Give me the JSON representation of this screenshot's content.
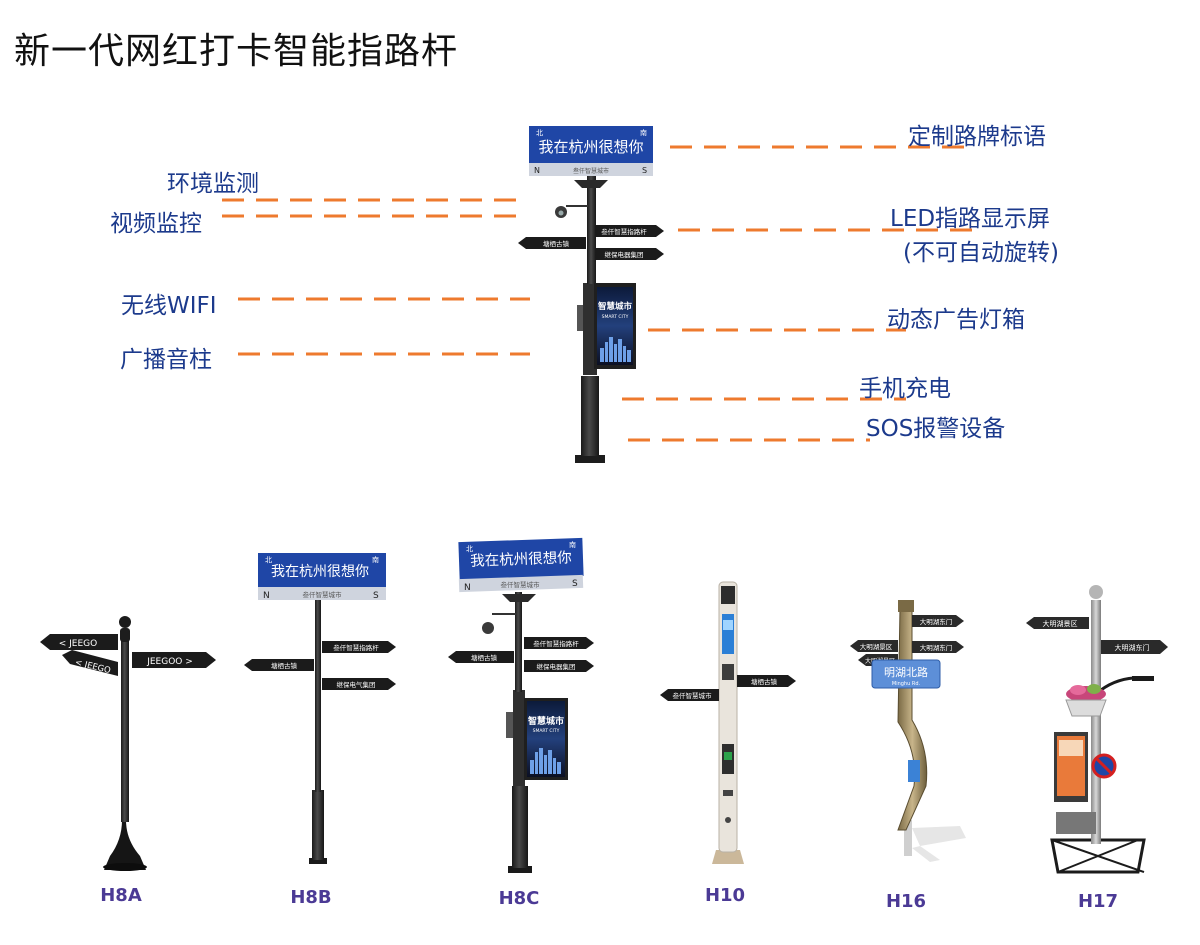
{
  "title": "新一代网红打卡智能指路杆",
  "features_left": [
    "环境监测",
    "视频监控",
    "无线WIFI",
    "广播音柱"
  ],
  "features_right": [
    "定制路牌标语",
    "LED指路显示屏",
    "(不可自动旋转)",
    "动态广告灯箱",
    "手机充电",
    "SOS报警设备"
  ],
  "main_pole": {
    "sign_text": "我在杭州很想你",
    "north_mark": "北",
    "south_mark": "南",
    "n_letter": "N",
    "s_letter": "S",
    "strip_text": "叁仟智慧城市",
    "arrow_1": "叁仟智慧指路杆",
    "arrow_2": "塘栖古镇",
    "arrow_3": "继保电器集团",
    "ad_title": "智慧城市",
    "ad_subtitle": "SMART CITY"
  },
  "models": [
    {
      "code": "H8A",
      "arrows": [
        "< JEEGO",
        "< JEEGO",
        "JEEGOO >"
      ]
    },
    {
      "code": "H8B",
      "sign_text": "我在杭州很想你",
      "north_mark": "北",
      "south_mark": "南",
      "n_letter": "N",
      "s_letter": "S",
      "strip_text": "叁仟智慧城市",
      "arrows": [
        "叁仟智慧指路杆",
        "塘栖古镇",
        "继保电气集团"
      ]
    },
    {
      "code": "H8C",
      "sign_text": "我在杭州很想你",
      "north_mark": "北",
      "south_mark": "南",
      "n_letter": "N",
      "s_letter": "S",
      "strip_text": "叁仟智慧城市",
      "arrows": [
        "叁仟智慧指路杆",
        "塘栖古镇",
        "继保电器集团"
      ],
      "ad_title": "智慧城市",
      "ad_subtitle": "SMART CITY"
    },
    {
      "code": "H10",
      "arrows": [
        "叁仟智慧城市",
        "塘栖古镇"
      ]
    },
    {
      "code": "H16",
      "arrows": [
        "大明湖东门",
        "大明湖景区",
        "大明湖东门",
        "大明湖景区"
      ],
      "plate": "明湖北路",
      "plate_sub": "Minghu Rd."
    },
    {
      "code": "H17",
      "arrows": [
        "大明湖景区",
        "大明湖东门"
      ]
    }
  ],
  "colors": {
    "leader_line": "#ee7a2e",
    "label_text": "#1c3a8c",
    "model_text": "#4b3a95",
    "sign_blue": "#1f46a6",
    "pole_dark": "#2b2b2b"
  }
}
